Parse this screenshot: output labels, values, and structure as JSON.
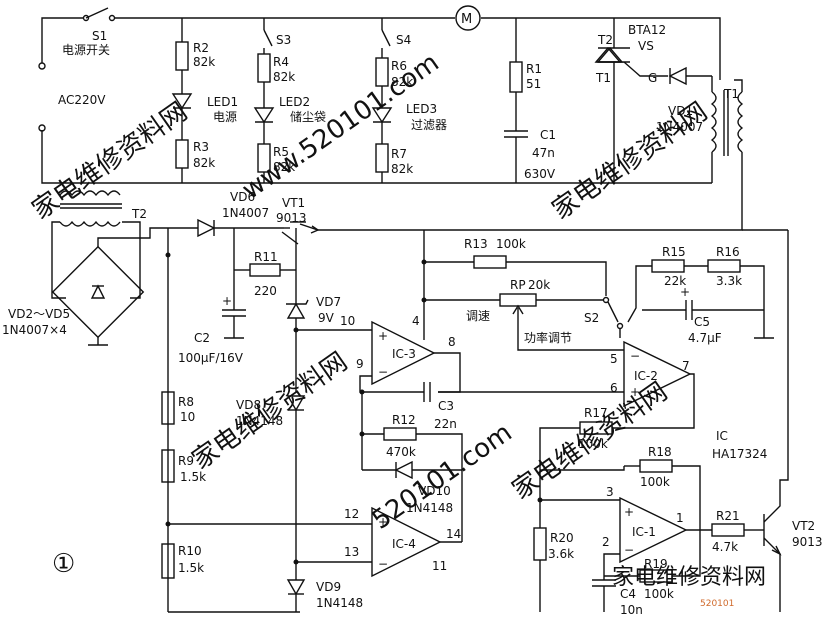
{
  "figure_number": "①",
  "watermarks": [
    "家电维修资料网",
    "www.520101.com",
    "520101.com",
    "家电维修资料网",
    "520101"
  ],
  "power": {
    "switch": "S1",
    "switch_name": "电源开关",
    "ac": "AC220V"
  },
  "resistors": {
    "R1": [
      "R1",
      "51"
    ],
    "R2": [
      "R2",
      "82k"
    ],
    "R3": [
      "R3",
      "82k"
    ],
    "R4": [
      "R4",
      "82k"
    ],
    "R5": [
      "R5",
      "82k"
    ],
    "R6": [
      "R6",
      "82k"
    ],
    "R7": [
      "R7",
      "82k"
    ],
    "R8": [
      "R8",
      "10"
    ],
    "R9": [
      "R9",
      "1.5k"
    ],
    "R10": [
      "R10",
      "1.5k"
    ],
    "R11": [
      "R11",
      "220"
    ],
    "R12": [
      "R12",
      "470k"
    ],
    "R13": [
      "R13",
      "100k"
    ],
    "R15": [
      "R15",
      "22k"
    ],
    "R16": [
      "R16",
      "3.3k"
    ],
    "R17": [
      "R17",
      "100k"
    ],
    "R18": [
      "R18",
      "100k"
    ],
    "R19": [
      "R19",
      "100k"
    ],
    "R20": [
      "R20",
      "3.6k"
    ],
    "R21": [
      "R21",
      "4.7k"
    ]
  },
  "rp": {
    "ref": "RP",
    "value": "20k",
    "function": "调速"
  },
  "leds": {
    "LED1": [
      "LED1",
      "电源"
    ],
    "LED2": [
      "LED2",
      "储尘袋"
    ],
    "LED3": [
      "LED3",
      "过滤器"
    ]
  },
  "switches": {
    "S2": "S2",
    "S3": "S3",
    "S4": "S4",
    "S2_function": "功率调节"
  },
  "capacitors": {
    "C1": [
      "C1",
      "47n",
      "630V"
    ],
    "C2": [
      "C2",
      "100μF/16V"
    ],
    "C3": [
      "C3",
      "22n"
    ],
    "C4": [
      "C4",
      "10n"
    ],
    "C5": [
      "C5",
      "4.7μF"
    ]
  },
  "triac": {
    "ref": "BTA12",
    "suffix": "VS",
    "t1": "T1",
    "t2": "T2",
    "g": "G"
  },
  "diodes": {
    "VD1": [
      "VD1",
      "1N4007"
    ],
    "VD6": [
      "VD6",
      "1N4007"
    ],
    "VD7": [
      "VD7",
      "9V"
    ],
    "VD8": [
      "VD8",
      "1N4148"
    ],
    "VD9": [
      "VD9",
      "1N4148"
    ],
    "VD10": [
      "VD10",
      "1N4148"
    ],
    "VD2_5": [
      "VD2～VD5",
      "1N4007×4"
    ]
  },
  "transistors": {
    "VT1": [
      "VT1",
      "9013"
    ],
    "VT2": [
      "VT2",
      "9013"
    ]
  },
  "transformers": {
    "T1": "T1",
    "T2": "T2"
  },
  "motor": "M",
  "ic": {
    "label": "IC",
    "model": "HA17324",
    "u1": "IC-1",
    "u2": "IC-2",
    "u3": "IC-3",
    "u4": "IC-4"
  },
  "pins": {
    "p1": "1",
    "p2": "2",
    "p3": "3",
    "p4": "4",
    "p5": "5",
    "p6": "6",
    "p7": "7",
    "p8": "8",
    "p9": "9",
    "p10": "10",
    "p11": "11",
    "p12": "12",
    "p13": "13",
    "p14": "14"
  }
}
